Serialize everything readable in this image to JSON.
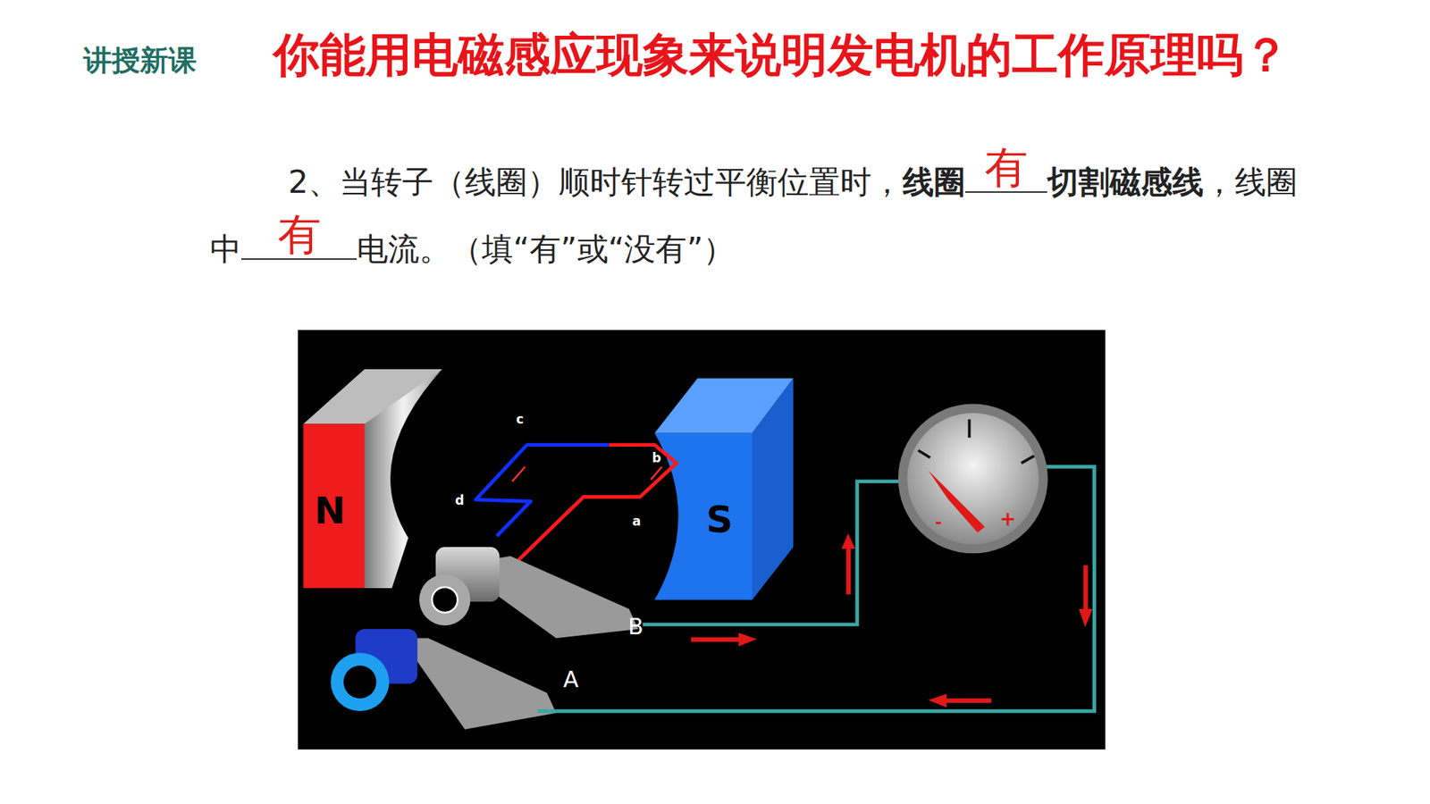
{
  "diagram": {
    "title": "你能用电磁感应现象来说明发电机的工作原理吗？",
    "nodes": [
      {
        "text": [
          "N"
        ]
      },
      {
        "text": [
          "S"
        ]
      }
    ],
    "labels": [
      "讲授新课",
      "2、当转子（线圈）顺时针转过平衡位置时，",
      "线圈",
      "有",
      "切割磁感线",
      "，线圈中",
      "有",
      "电流。（填“有”或“没有”）",
      "c",
      "b",
      "d",
      "a",
      "B",
      "A",
      "-",
      "+"
    ]
  }
}
